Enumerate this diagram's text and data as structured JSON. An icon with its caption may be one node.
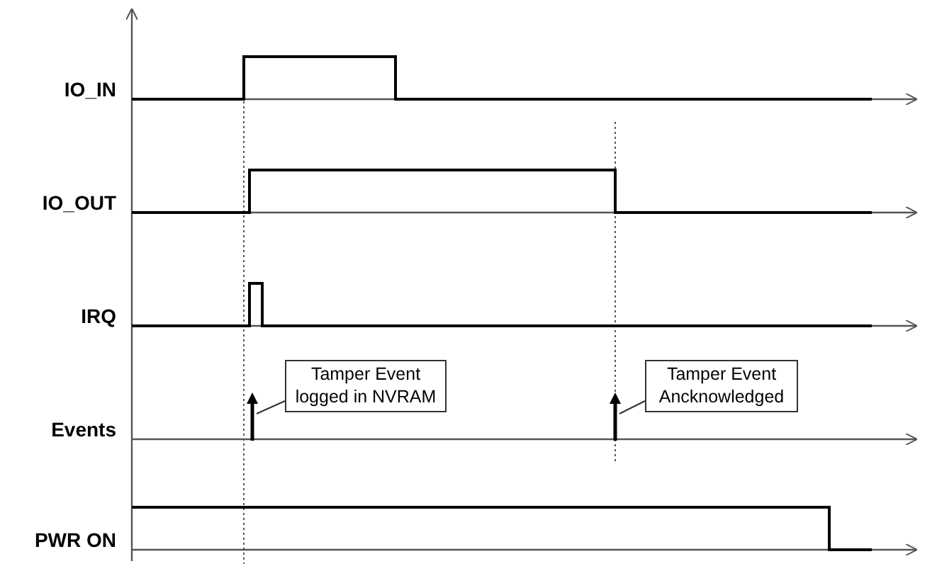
{
  "diagram": {
    "nodes": [
      {
        "text": [
          "Tamper Event logged in NVRAM"
        ]
      },
      {
        "text": [
          "Tamper Event Ancknowledged"
        ]
      },
      {
        "text": [],
        "shape": "arrow"
      },
      {
        "text": [],
        "shape": "arrow"
      }
    ],
    "edges": [
      {
        "from": 0,
        "to": 2,
        "arrow": "none"
      },
      {
        "from": 1,
        "to": 3,
        "arrow": "none"
      }
    ],
    "labels": [
      "IO_IN",
      "IO_OUT",
      "IRQ",
      "Events",
      "PWR ON"
    ]
  }
}
